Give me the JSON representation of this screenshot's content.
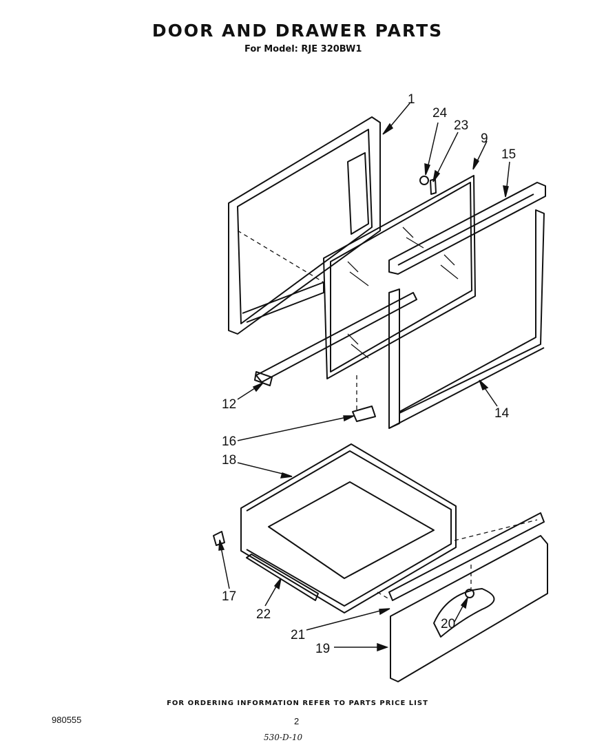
{
  "title": "DOOR AND DRAWER PARTS",
  "subtitle": "For Model: RJE 320BW1",
  "callouts": [
    "1",
    "24",
    "23",
    "9",
    "15",
    "12",
    "14",
    "16",
    "18",
    "17",
    "22",
    "21",
    "20",
    "19"
  ],
  "footer": "FOR ORDERING INFORMATION REFER TO PARTS PRICE LIST",
  "doc_number": "980555",
  "page_number": "2",
  "handwritten_code": "530-D-10"
}
